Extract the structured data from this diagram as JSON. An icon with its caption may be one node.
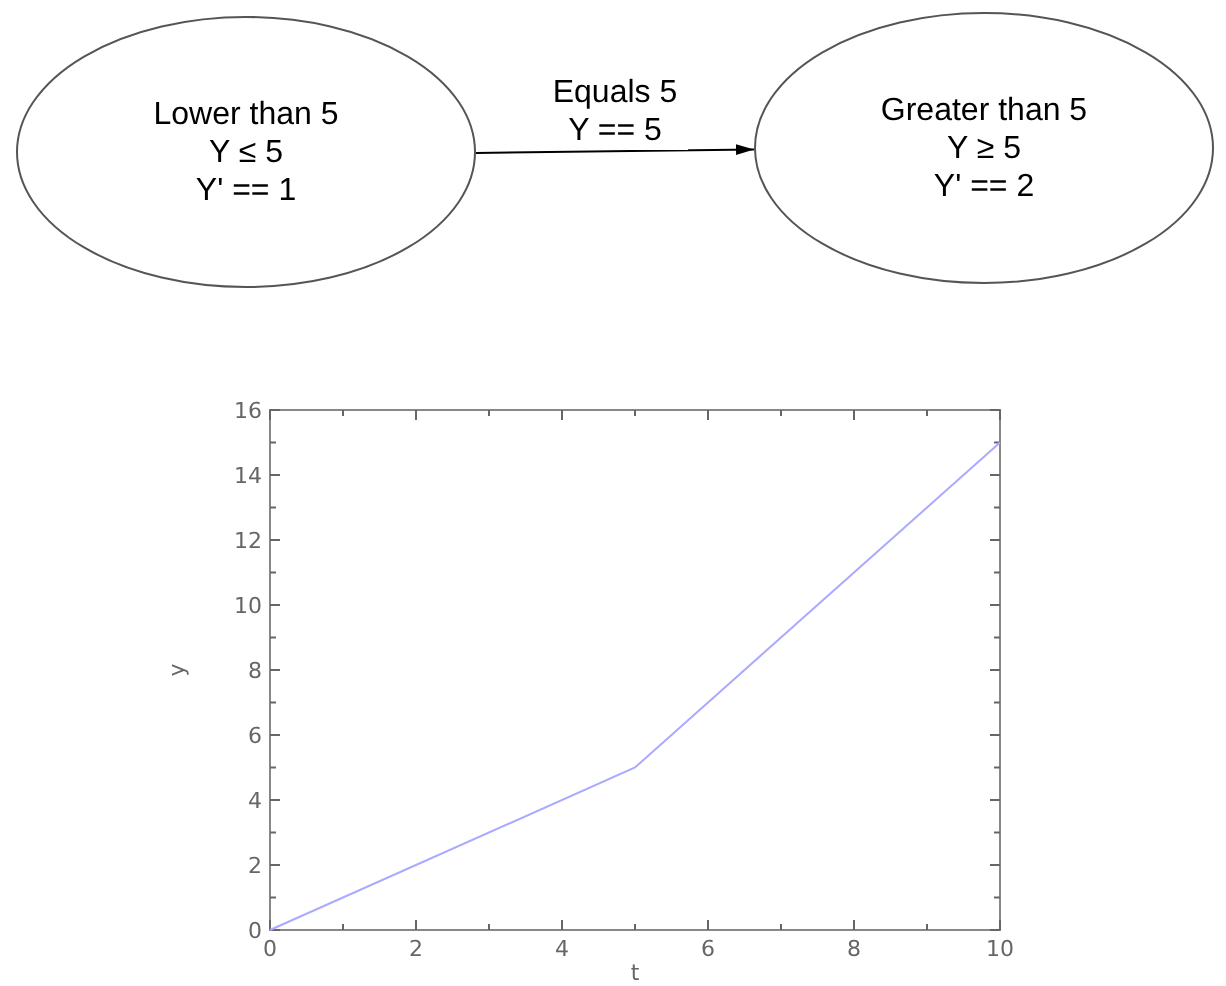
{
  "diagram": {
    "nodes": [
      {
        "text": [
          "Lower than 5",
          "Y ≤ 5",
          "Y' == 1"
        ]
      },
      {
        "text": [
          "Greater than 5",
          "Y ≥ 5",
          "Y' == 2"
        ]
      }
    ],
    "edges": [
      {
        "from": 0,
        "to": 1,
        "arrow": "to",
        "label": "Equals 5 Y == 5"
      }
    ],
    "chart_data": {
      "type": "line",
      "xlabel": "t",
      "ylabel": "y",
      "x": [
        0,
        5,
        10
      ],
      "series": [
        {
          "color": "#aaaaff",
          "values": [
            0,
            5,
            15
          ]
        }
      ],
      "xlim": [
        0,
        10
      ],
      "ylim": [
        0,
        16
      ],
      "xticks": [
        0,
        2,
        4,
        6,
        8,
        10
      ],
      "yticks": [
        0,
        2,
        4,
        6,
        8,
        10,
        12,
        14,
        16
      ]
    }
  }
}
